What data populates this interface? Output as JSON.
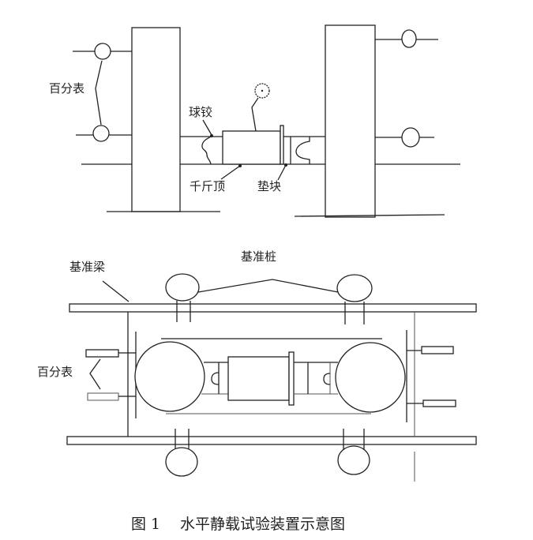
{
  "figure": {
    "caption_number": "图 1",
    "caption_title": "水平静载试验装置示意图"
  },
  "elevation_view": {
    "labels": {
      "dial_gauge": "百分表",
      "ball_hinge": "球铰",
      "jack": "千斤顶",
      "shim_block": "垫块"
    }
  },
  "plan_view": {
    "labels": {
      "reference_beam": "基准梁",
      "reference_pile": "基准桩",
      "dial_gauge": "百分表"
    }
  }
}
